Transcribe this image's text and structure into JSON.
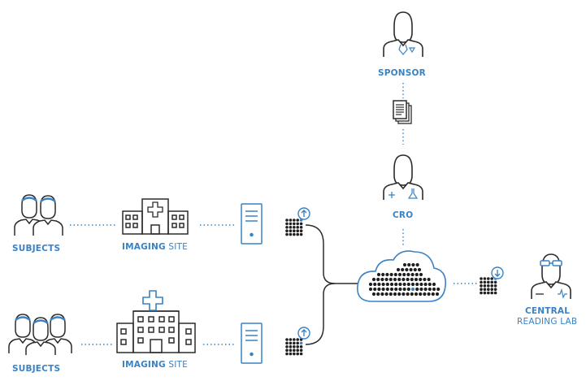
{
  "labels": {
    "sponsor": "SPONSOR",
    "cro": "CRO",
    "subjects_top": "SUBJECTS",
    "subjects_bottom": "SUBJECTS",
    "site_top_bold": "IMAGING",
    "site_top_light": "SITE",
    "site_bottom_bold": "IMAGING",
    "site_bottom_light": "SITE",
    "central_line1": "CENTRAL",
    "central_line2": "READING LAB"
  },
  "icons": {
    "sponsor": "sponsor-person-icon",
    "documents": "documents-icon",
    "cro": "cro-person-icon",
    "subjects_top": "two-subjects-icon",
    "subjects_bottom": "three-subjects-icon",
    "site_top": "small-hospital-icon",
    "site_bottom": "large-hospital-icon",
    "server_top": "server-icon",
    "server_bottom": "server-icon",
    "upload_top": "data-upload-icon",
    "upload_bottom": "data-upload-icon",
    "cloud": "cloud-icon",
    "download": "data-download-icon",
    "reader": "central-reader-icon"
  },
  "colors": {
    "accent": "#3a82c4",
    "line": "#2b2b2b",
    "dot": "#1f1f1f"
  }
}
